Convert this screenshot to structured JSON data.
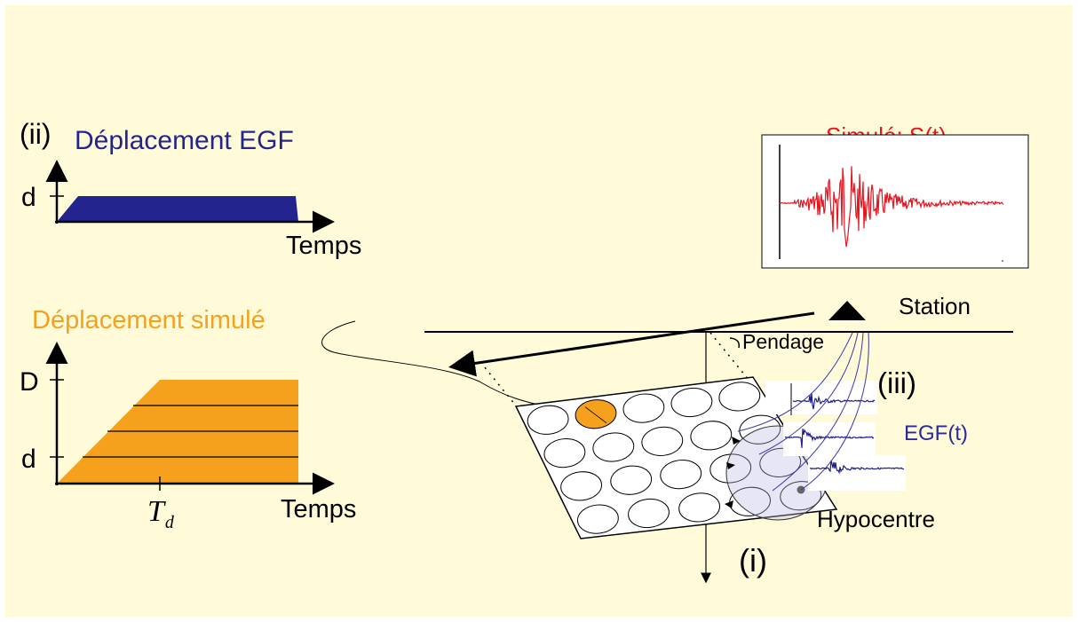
{
  "egf_panel": {
    "label_ii": "(ii)",
    "title": "Déplacement EGF",
    "d_label": "d",
    "time_label": "Temps"
  },
  "sim_panel": {
    "title": "Déplacement simulé",
    "D_label": "D",
    "d_label": "d",
    "td_main": "T",
    "td_sub": "d",
    "time_label": "Temps"
  },
  "seismogram": {
    "title": "Simulé: S(t)"
  },
  "fault": {
    "station_label": "Station",
    "dip_label": "Pendage",
    "label_iii": "(iii)",
    "egf_trace_label": "EGF(t)",
    "hypocentre_label": "Hypocentre",
    "label_i": "(i)"
  },
  "colors": {
    "background": "#fffbd9",
    "egf_blue": "#24248f",
    "simulated_orange": "#f5a11e",
    "seismogram_red": "#e8141e",
    "trace_blue": "#1e1e8c"
  }
}
